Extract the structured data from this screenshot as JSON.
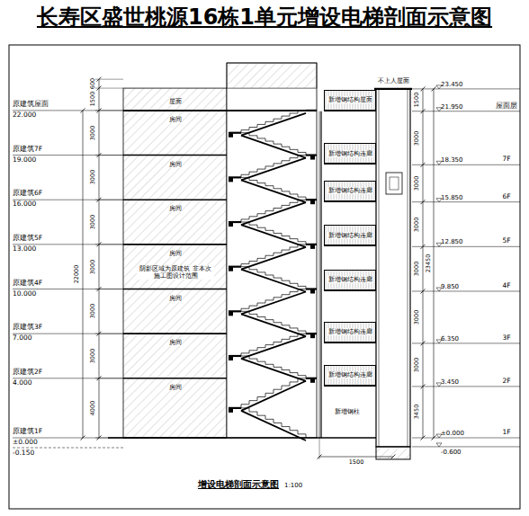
{
  "diagram": {
    "title": "长寿区盛世桃源16栋1单元增设电梯剖面示意图",
    "caption": "增设电梯剖面示意图",
    "nodes": [
      {
        "text": [
          "新增钢结构屋面"
        ]
      },
      {
        "text": [
          "新增钢结构连廊"
        ]
      },
      {
        "text": [
          "新增钢结构连廊"
        ]
      },
      {
        "text": [
          "新增钢结构连廊"
        ]
      },
      {
        "text": [
          "新增钢结构连廊"
        ]
      },
      {
        "text": [
          "新增钢结构连廊"
        ]
      },
      {
        "text": [
          "新增钢结构连廊"
        ]
      }
    ],
    "labels": [
      "原建筑屋面",
      "22.000",
      "原建筑7F",
      "19.000",
      "原建筑6F",
      "16.000",
      "原建筑5F",
      "13.000",
      "原建筑4F",
      "10.000",
      "原建筑3F",
      "7.000",
      "原建筑2F",
      "4.000",
      "原建筑1F",
      "±0.000",
      "-0.150",
      "600",
      "1500",
      "3000",
      "3000",
      "3000",
      "3000",
      "3000",
      "3000",
      "4000",
      "22000",
      "屋面",
      "房间",
      "房间",
      "房间",
      "房间",
      "房间",
      "房间",
      "房间",
      "阴影区域为原建筑 非本次施工图设计范围",
      "不上人屋面",
      "23.450",
      "21.950",
      "屋面层",
      "18.350",
      "7F",
      "15.850",
      "6F",
      "12.850",
      "5F",
      "9.850",
      "4F",
      "6.350",
      "3F",
      "3.450",
      "2F",
      "±0.000",
      "1F",
      "-0.600",
      "1500",
      "3000",
      "3000",
      "3000",
      "3000",
      "3000",
      "3000",
      "3450",
      "23450",
      "新增钢柱",
      "1500",
      "1:100"
    ]
  }
}
